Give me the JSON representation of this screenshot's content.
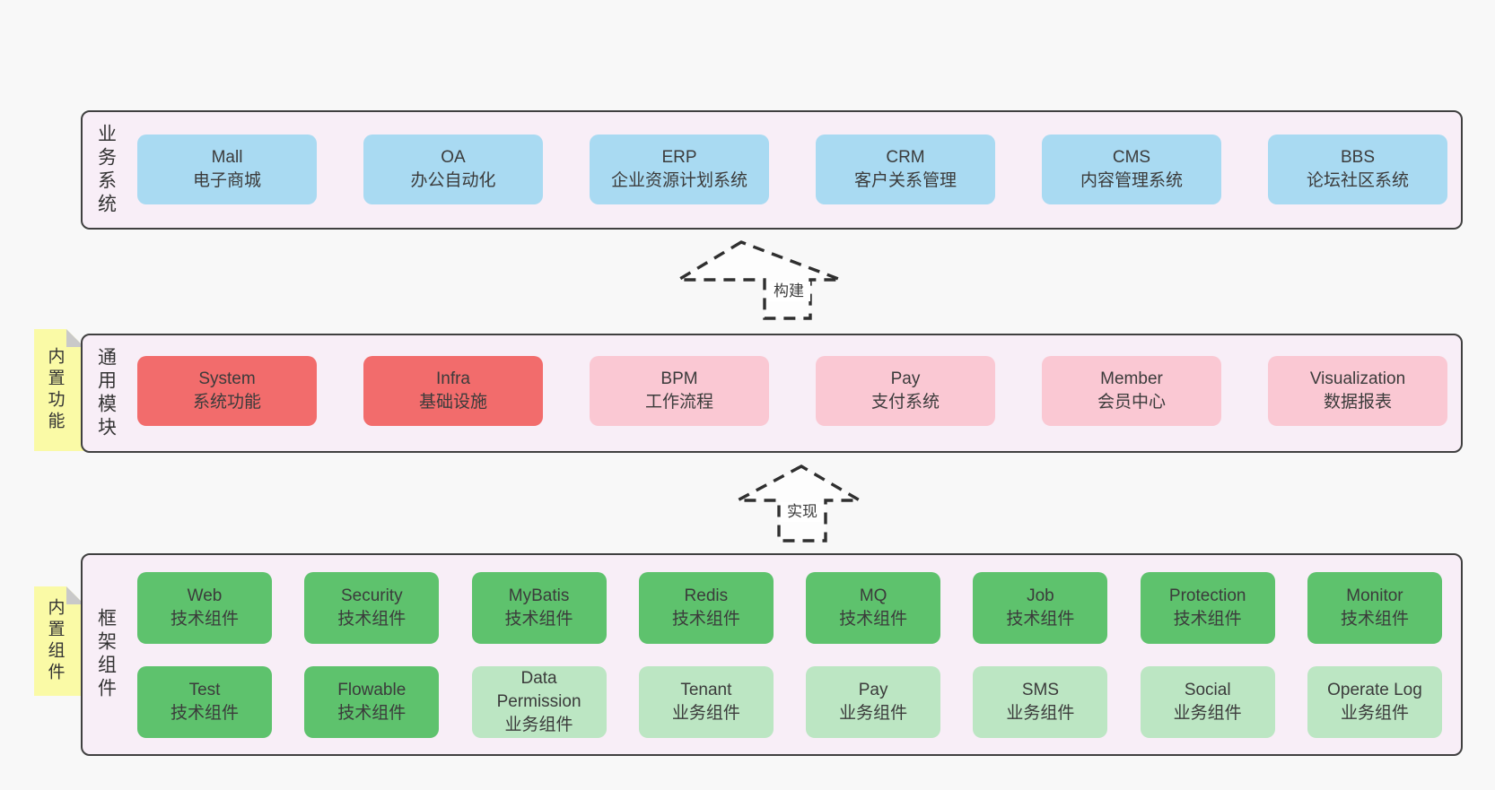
{
  "colors": {
    "page_background": "#f8f8f8",
    "panel": "#f8eef7",
    "panel_border": "#404040",
    "note": "#fafaa6",
    "note_fold": "#c9c9c9",
    "blue": "#a9daf2",
    "red": "#f26c6c",
    "pink": "#fac8d3",
    "green": "#5ec26d",
    "green_light": "#bce6c3",
    "text": "#3b3b3b"
  },
  "arrows": [
    {
      "label": "构建"
    },
    {
      "label": "实现"
    }
  ],
  "sections": [
    {
      "id": "business",
      "label": "业务系统",
      "boxes": [
        {
          "name": "Mall",
          "desc": "电子商城",
          "variant": "blue"
        },
        {
          "name": "OA",
          "desc": "办公自动化",
          "variant": "blue"
        },
        {
          "name": "ERP",
          "desc": "企业资源计划系统",
          "variant": "blue"
        },
        {
          "name": "CRM",
          "desc": "客户关系管理",
          "variant": "blue"
        },
        {
          "name": "CMS",
          "desc": "内容管理系统",
          "variant": "blue"
        },
        {
          "name": "BBS",
          "desc": "论坛社区系统",
          "variant": "blue"
        }
      ]
    },
    {
      "id": "modules",
      "label": "通用模块",
      "note": "内置功能",
      "boxes": [
        {
          "name": "System",
          "desc": "系统功能",
          "variant": "red"
        },
        {
          "name": "Infra",
          "desc": "基础设施",
          "variant": "red"
        },
        {
          "name": "BPM",
          "desc": "工作流程",
          "variant": "pink"
        },
        {
          "name": "Pay",
          "desc": "支付系统",
          "variant": "pink"
        },
        {
          "name": "Member",
          "desc": "会员中心",
          "variant": "pink"
        },
        {
          "name": "Visualization",
          "desc": "数据报表",
          "variant": "pink"
        }
      ]
    },
    {
      "id": "components",
      "label": "框架组件",
      "note": "内置组件",
      "rows": [
        [
          {
            "name": "Web",
            "desc": "技术组件",
            "variant": "green"
          },
          {
            "name": "Security",
            "desc": "技术组件",
            "variant": "green"
          },
          {
            "name": "MyBatis",
            "desc": "技术组件",
            "variant": "green"
          },
          {
            "name": "Redis",
            "desc": "技术组件",
            "variant": "green"
          },
          {
            "name": "MQ",
            "desc": "技术组件",
            "variant": "green"
          },
          {
            "name": "Job",
            "desc": "技术组件",
            "variant": "green"
          },
          {
            "name": "Protection",
            "desc": "技术组件",
            "variant": "green"
          },
          {
            "name": "Monitor",
            "desc": "技术组件",
            "variant": "green"
          }
        ],
        [
          {
            "name": "Test",
            "desc": "技术组件",
            "variant": "green"
          },
          {
            "name": "Flowable",
            "desc": "技术组件",
            "variant": "green"
          },
          {
            "name": "Data Permission",
            "desc": "业务组件",
            "variant": "green_light"
          },
          {
            "name": "Tenant",
            "desc": "业务组件",
            "variant": "green_light"
          },
          {
            "name": "Pay",
            "desc": "业务组件",
            "variant": "green_light"
          },
          {
            "name": "SMS",
            "desc": "业务组件",
            "variant": "green_light"
          },
          {
            "name": "Social",
            "desc": "业务组件",
            "variant": "green_light"
          },
          {
            "name": "Operate Log",
            "desc": "业务组件",
            "variant": "green_light"
          }
        ]
      ]
    }
  ]
}
